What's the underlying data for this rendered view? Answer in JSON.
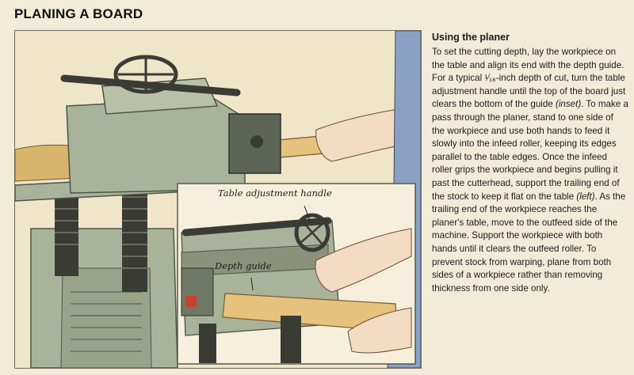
{
  "header": {
    "title": "PLANING A BOARD"
  },
  "sidebar": {
    "subhead": "Using the planer",
    "segments": [
      {
        "text": "To set the cutting depth, lay the workpiece on the table and align its end with the depth guide. For a typical ¹⁄₁₆-inch depth of cut, turn the table adjustment handle until the top of the board just clears the bottom of the guide ",
        "italic": false
      },
      {
        "text": "(inset)",
        "italic": true
      },
      {
        "text": ". To make a pass through the planer, stand to one side of the workpiece and use both hands to feed it slowly into the infeed roller, keeping its edges parallel to the table edges. Once the infeed roller grips the workpiece and begins pulling it past the cutterhead, support the trailing end of the stock to keep it flat on the table ",
        "italic": false
      },
      {
        "text": "(left)",
        "italic": true
      },
      {
        "text": ". As the trailing end of the workpiece reaches the planer's table, move to the outfeed side of the machine. Support the workpiece with both hands until it clears the outfeed roller. To prevent stock from warping, plane from both sides of a workpiece rather than removing thickness from one side only.",
        "italic": false
      }
    ]
  },
  "figure": {
    "inset_labels": {
      "table_handle": "Table adjustment handle",
      "depth_guide": "Depth guide"
    }
  },
  "colors": {
    "machine": "#a9b39a",
    "machine_dark": "#6f7865",
    "wood": "#e6c27d",
    "background": "#f1ebd8"
  }
}
